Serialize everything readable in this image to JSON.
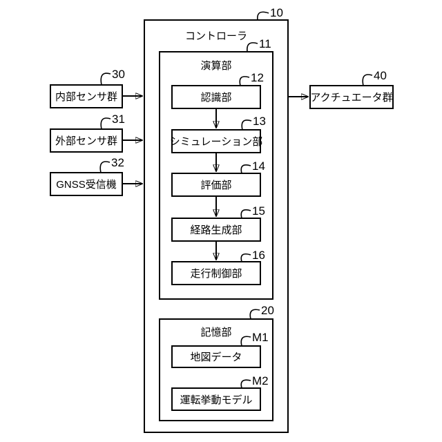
{
  "figure": {
    "controller": {
      "ref": "10",
      "title": "コントローラ"
    },
    "processing": {
      "ref": "11",
      "title": "演算部",
      "blocks": [
        {
          "ref": "12",
          "label": "認識部"
        },
        {
          "ref": "13",
          "label": "シミュレーション部"
        },
        {
          "ref": "14",
          "label": "評価部"
        },
        {
          "ref": "15",
          "label": "経路生成部"
        },
        {
          "ref": "16",
          "label": "走行制御部"
        }
      ]
    },
    "storage": {
      "ref": "20",
      "title": "記憶部",
      "blocks": [
        {
          "ref": "M1",
          "label": "地図データ"
        },
        {
          "ref": "M2",
          "label": "運転挙動モデル"
        }
      ]
    },
    "inputs": [
      {
        "ref": "30",
        "label": "内部センサ群"
      },
      {
        "ref": "31",
        "label": "外部センサ群"
      },
      {
        "ref": "32",
        "label": "GNSS受信機"
      }
    ],
    "output": {
      "ref": "40",
      "label": "アクチュエータ群"
    },
    "colors": {
      "line": "#000000",
      "background": "#ffffff"
    }
  }
}
